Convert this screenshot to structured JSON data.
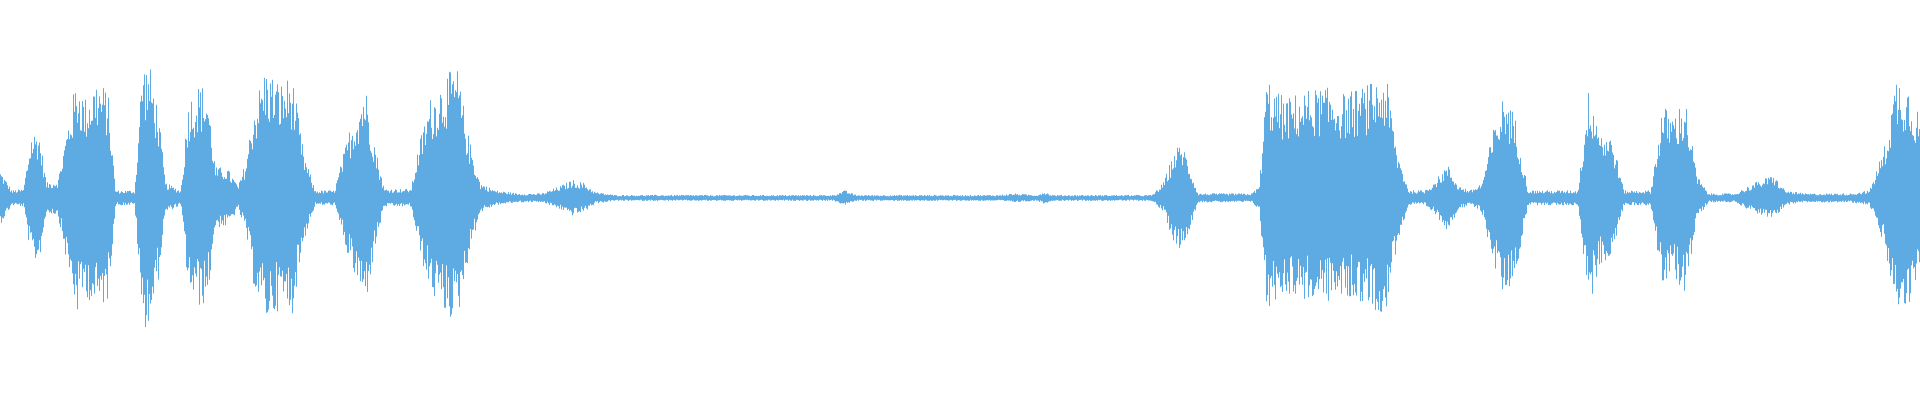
{
  "waveform": {
    "color": "#5eaae2",
    "background": "#ffffff",
    "amplitude_envelope": [
      [
        0.0,
        0.18
      ],
      [
        0.006,
        0.05
      ],
      [
        0.012,
        0.06
      ],
      [
        0.016,
        0.42
      ],
      [
        0.02,
        0.45
      ],
      [
        0.024,
        0.1
      ],
      [
        0.03,
        0.12
      ],
      [
        0.036,
        0.55
      ],
      [
        0.04,
        0.8
      ],
      [
        0.044,
        0.65
      ],
      [
        0.05,
        0.78
      ],
      [
        0.056,
        0.7
      ],
      [
        0.06,
        0.05
      ],
      [
        0.07,
        0.05
      ],
      [
        0.074,
        0.9
      ],
      [
        0.078,
        0.85
      ],
      [
        0.082,
        0.6
      ],
      [
        0.086,
        0.1
      ],
      [
        0.094,
        0.05
      ],
      [
        0.098,
        0.65
      ],
      [
        0.104,
        0.75
      ],
      [
        0.108,
        0.7
      ],
      [
        0.112,
        0.2
      ],
      [
        0.118,
        0.2
      ],
      [
        0.124,
        0.08
      ],
      [
        0.128,
        0.25
      ],
      [
        0.132,
        0.6
      ],
      [
        0.138,
        0.85
      ],
      [
        0.146,
        0.75
      ],
      [
        0.152,
        0.8
      ],
      [
        0.158,
        0.3
      ],
      [
        0.164,
        0.05
      ],
      [
        0.174,
        0.05
      ],
      [
        0.182,
        0.45
      ],
      [
        0.19,
        0.75
      ],
      [
        0.196,
        0.3
      ],
      [
        0.2,
        0.06
      ],
      [
        0.214,
        0.06
      ],
      [
        0.218,
        0.35
      ],
      [
        0.224,
        0.65
      ],
      [
        0.232,
        0.8
      ],
      [
        0.238,
        0.85
      ],
      [
        0.244,
        0.4
      ],
      [
        0.25,
        0.1
      ],
      [
        0.258,
        0.05
      ],
      [
        0.27,
        0.03
      ],
      [
        0.282,
        0.03
      ],
      [
        0.292,
        0.08
      ],
      [
        0.298,
        0.12
      ],
      [
        0.304,
        0.1
      ],
      [
        0.31,
        0.04
      ],
      [
        0.32,
        0.02
      ],
      [
        0.42,
        0.02
      ],
      [
        0.434,
        0.02
      ],
      [
        0.44,
        0.05
      ],
      [
        0.446,
        0.02
      ],
      [
        0.52,
        0.02
      ],
      [
        0.528,
        0.03
      ],
      [
        0.54,
        0.02
      ],
      [
        0.544,
        0.04
      ],
      [
        0.548,
        0.02
      ],
      [
        0.6,
        0.02
      ],
      [
        0.606,
        0.1
      ],
      [
        0.612,
        0.32
      ],
      [
        0.616,
        0.36
      ],
      [
        0.62,
        0.2
      ],
      [
        0.624,
        0.03
      ],
      [
        0.652,
        0.03
      ],
      [
        0.656,
        0.08
      ],
      [
        0.66,
        0.8
      ],
      [
        0.664,
        0.7
      ],
      [
        0.67,
        0.65
      ],
      [
        0.68,
        0.7
      ],
      [
        0.69,
        0.72
      ],
      [
        0.7,
        0.68
      ],
      [
        0.71,
        0.72
      ],
      [
        0.722,
        0.8
      ],
      [
        0.728,
        0.3
      ],
      [
        0.734,
        0.05
      ],
      [
        0.742,
        0.05
      ],
      [
        0.748,
        0.12
      ],
      [
        0.754,
        0.22
      ],
      [
        0.76,
        0.08
      ],
      [
        0.766,
        0.05
      ],
      [
        0.772,
        0.1
      ],
      [
        0.778,
        0.45
      ],
      [
        0.784,
        0.7
      ],
      [
        0.79,
        0.5
      ],
      [
        0.796,
        0.05
      ],
      [
        0.822,
        0.05
      ],
      [
        0.828,
        0.75
      ],
      [
        0.834,
        0.45
      ],
      [
        0.84,
        0.4
      ],
      [
        0.846,
        0.05
      ],
      [
        0.86,
        0.05
      ],
      [
        0.866,
        0.6
      ],
      [
        0.872,
        0.55
      ],
      [
        0.878,
        0.65
      ],
      [
        0.884,
        0.15
      ],
      [
        0.89,
        0.03
      ],
      [
        0.904,
        0.03
      ],
      [
        0.914,
        0.1
      ],
      [
        0.924,
        0.15
      ],
      [
        0.93,
        0.05
      ],
      [
        0.94,
        0.03
      ],
      [
        0.964,
        0.03
      ],
      [
        0.974,
        0.05
      ],
      [
        0.982,
        0.35
      ],
      [
        0.988,
        0.8
      ],
      [
        0.994,
        0.75
      ],
      [
        1.0,
        0.55
      ]
    ]
  }
}
